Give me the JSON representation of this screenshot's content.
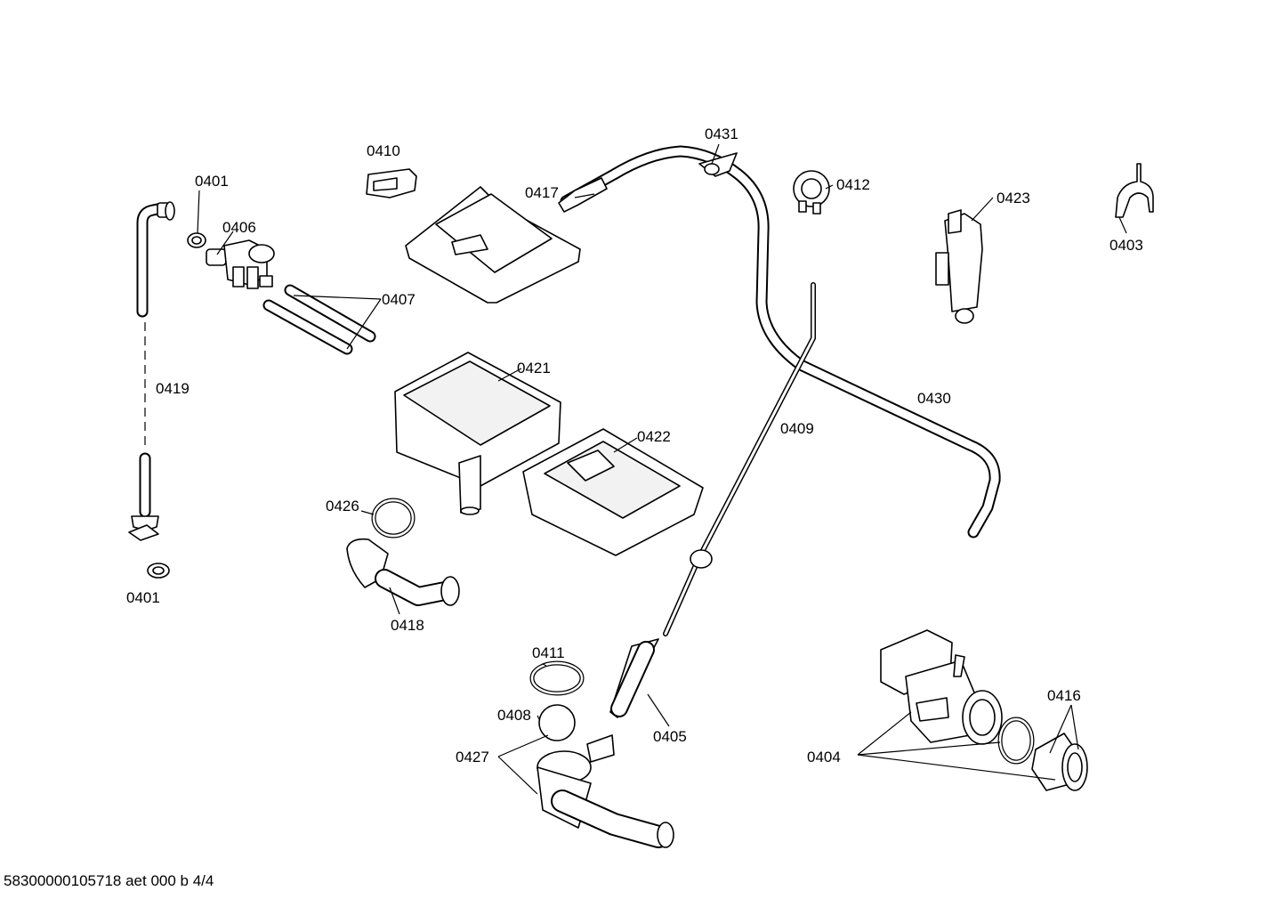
{
  "diagram": {
    "labels": {
      "p0401_top": "0401",
      "p0406": "0406",
      "p0410": "0410",
      "p0417": "0417",
      "p0431": "0431",
      "p0412": "0412",
      "p0423": "0423",
      "p0403": "0403",
      "p0407": "0407",
      "p0419": "0419",
      "p0421": "0421",
      "p0430": "0430",
      "p0409": "0409",
      "p0422": "0422",
      "p0426": "0426",
      "p0401_bottom": "0401",
      "p0418": "0418",
      "p0411": "0411",
      "p0408": "0408",
      "p0405": "0405",
      "p0427": "0427",
      "p0416": "0416",
      "p0404": "0404"
    },
    "footer": "58300000105718 aet 000 b 4/4"
  }
}
